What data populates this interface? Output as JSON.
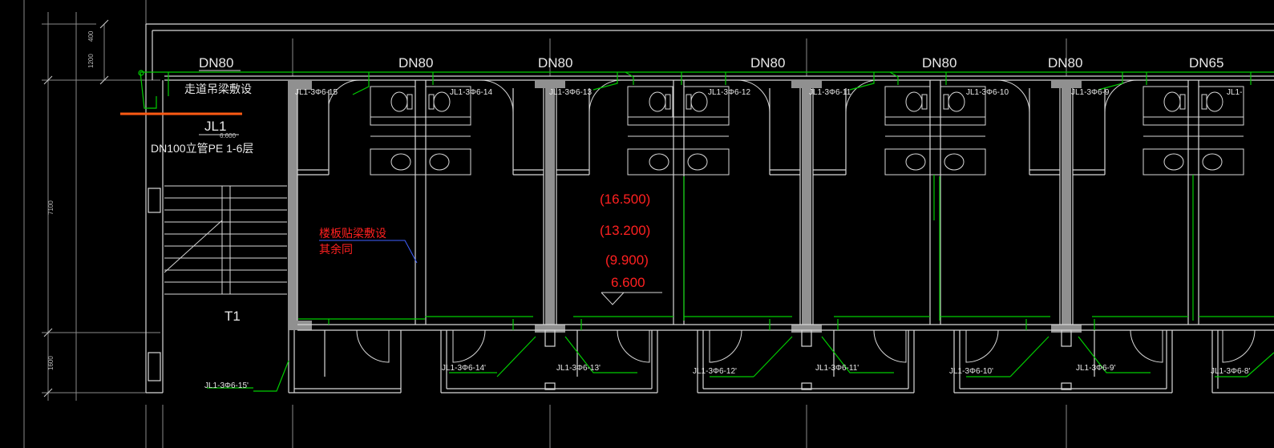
{
  "drawing": {
    "dn_labels": [
      "DN80",
      "DN80",
      "DN80",
      "DN80",
      "DN80",
      "DN80",
      "DN65"
    ],
    "small_elevation": "6.600",
    "corridor_label": "走道吊梁敷设",
    "riser_id": "JL1",
    "riser_desc": "DN100立管PE  1-6层",
    "stair_label": "T1",
    "annotation": [
      "楼板贴梁敷设",
      "其余同"
    ],
    "floor_levels": [
      "(16.500)",
      "(13.200)",
      "(9.900)"
    ],
    "elevation": "6.600",
    "dims": [
      "400",
      "1200",
      "7100",
      "1600"
    ],
    "top_pipe_tags": [
      "JL1-3Φ6-15",
      "JL1-3Φ6-14",
      "JL1-3Φ6-13",
      "JL1-3Φ6-12",
      "JL1-3Φ6-11",
      "JL1-3Φ6-10",
      "JL1-3Φ6-9"
    ],
    "bottom_pipe_tags": [
      "JL1-3Φ6-15'",
      "JL1-3Φ6-14'",
      "JL1-3Φ6-13'",
      "JL1-3Φ6-12'",
      "JL1-3Φ6-11'",
      "JL1-3Φ6-10'",
      "JL1-3Φ6-9'",
      "JL1-3Φ6-8'"
    ],
    "colors": {
      "background": "#000000",
      "wall": "#d8d8d8",
      "pipe": "#00cc00",
      "annotation": "#ff2020",
      "riser_marker": "#ff5a14",
      "column": "#909090",
      "leader": "#4060ff"
    }
  }
}
